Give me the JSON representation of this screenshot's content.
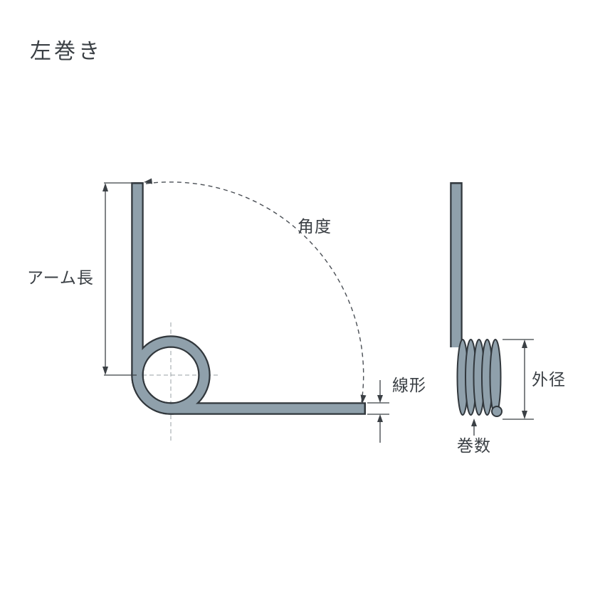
{
  "title": "左巻き",
  "labels": {
    "arm_length": "アーム長",
    "angle": "角度",
    "wire_diameter": "線形",
    "outer_diameter": "外径",
    "coil_count": "巻数"
  },
  "colors": {
    "spring_fill": "#8fa0ab",
    "spring_outline": "#31373c",
    "dimension_line": "#3b4045",
    "text": "#3b4045",
    "centerline": "#9aa0a6",
    "background": "#ffffff"
  }
}
